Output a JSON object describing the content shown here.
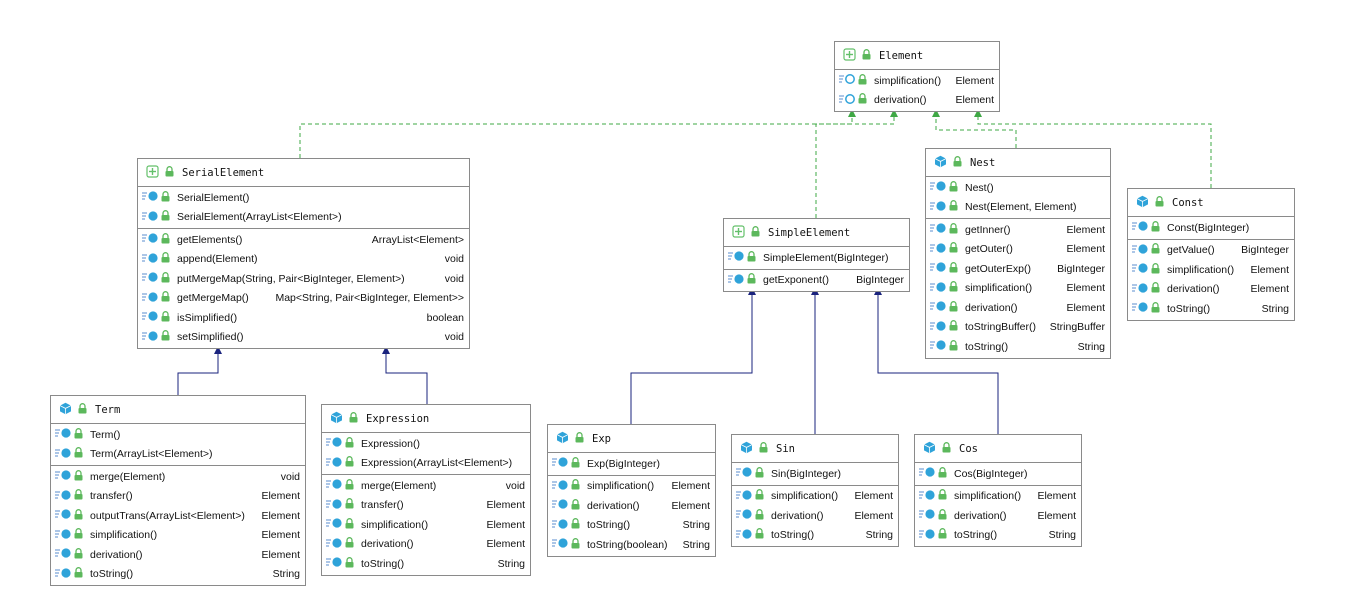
{
  "colors": {
    "border": "#8a8a8a",
    "class_icon": "#2fa3d9",
    "interface_icon": "#63c06a",
    "lock": "#5cb85c",
    "implements_edge": "#3fa845",
    "extends_edge": "#1a237e"
  },
  "classes": [
    {
      "id": "Element",
      "name": "Element",
      "kind": "interface",
      "sections": [
        [
          {
            "text": "simplification()",
            "type": "Element",
            "icon": "abstract-method-icon"
          },
          {
            "text": "derivation()",
            "type": "Element",
            "icon": "abstract-method-icon"
          }
        ]
      ]
    },
    {
      "id": "SerialElement",
      "name": "SerialElement",
      "kind": "interface",
      "sections": [
        [
          {
            "text": "SerialElement()",
            "type": "",
            "icon": "method-icon"
          },
          {
            "text": "SerialElement(ArrayList<Element>)",
            "type": "",
            "icon": "method-icon"
          }
        ],
        [
          {
            "text": "getElements()",
            "type": "ArrayList<Element>",
            "icon": "method-icon"
          },
          {
            "text": "append(Element)",
            "type": "void",
            "icon": "method-icon"
          },
          {
            "text": "putMergeMap(String, Pair<BigInteger, Element>)",
            "type": "void",
            "icon": "method-icon"
          },
          {
            "text": "getMergeMap()",
            "type": "Map<String, Pair<BigInteger, Element>>",
            "icon": "method-icon"
          },
          {
            "text": "isSimplified()",
            "type": "boolean",
            "icon": "method-icon"
          },
          {
            "text": "setSimplified()",
            "type": "void",
            "icon": "method-icon"
          }
        ]
      ]
    },
    {
      "id": "SimpleElement",
      "name": "SimpleElement",
      "kind": "interface",
      "sections": [
        [
          {
            "text": "SimpleElement(BigInteger)",
            "type": "",
            "icon": "method-icon"
          }
        ],
        [
          {
            "text": "getExponent()",
            "type": "BigInteger",
            "icon": "method-icon"
          }
        ]
      ]
    },
    {
      "id": "Nest",
      "name": "Nest",
      "kind": "class",
      "sections": [
        [
          {
            "text": "Nest()",
            "type": "",
            "icon": "method-icon"
          },
          {
            "text": "Nest(Element, Element)",
            "type": "",
            "icon": "method-icon"
          }
        ],
        [
          {
            "text": "getInner()",
            "type": "Element",
            "icon": "method-icon"
          },
          {
            "text": "getOuter()",
            "type": "Element",
            "icon": "method-icon"
          },
          {
            "text": "getOuterExp()",
            "type": "BigInteger",
            "icon": "method-icon"
          },
          {
            "text": "simplification()",
            "type": "Element",
            "icon": "method-icon"
          },
          {
            "text": "derivation()",
            "type": "Element",
            "icon": "method-icon"
          },
          {
            "text": "toStringBuffer()",
            "type": "StringBuffer",
            "icon": "method-icon"
          },
          {
            "text": "toString()",
            "type": "String",
            "icon": "method-icon"
          }
        ]
      ]
    },
    {
      "id": "Const",
      "name": "Const",
      "kind": "class",
      "sections": [
        [
          {
            "text": "Const(BigInteger)",
            "type": "",
            "icon": "method-icon"
          }
        ],
        [
          {
            "text": "getValue()",
            "type": "BigInteger",
            "icon": "method-icon"
          },
          {
            "text": "simplification()",
            "type": "Element",
            "icon": "method-icon"
          },
          {
            "text": "derivation()",
            "type": "Element",
            "icon": "method-icon"
          },
          {
            "text": "toString()",
            "type": "String",
            "icon": "method-icon"
          }
        ]
      ]
    },
    {
      "id": "Term",
      "name": "Term",
      "kind": "class",
      "sections": [
        [
          {
            "text": "Term()",
            "type": "",
            "icon": "method-icon"
          },
          {
            "text": "Term(ArrayList<Element>)",
            "type": "",
            "icon": "method-icon"
          }
        ],
        [
          {
            "text": "merge(Element)",
            "type": "void",
            "icon": "method-icon"
          },
          {
            "text": "transfer()",
            "type": "Element",
            "icon": "method-icon"
          },
          {
            "text": "outputTrans(ArrayList<Element>)",
            "type": "Element",
            "icon": "method-icon"
          },
          {
            "text": "simplification()",
            "type": "Element",
            "icon": "method-icon"
          },
          {
            "text": "derivation()",
            "type": "Element",
            "icon": "method-icon"
          },
          {
            "text": "toString()",
            "type": "String",
            "icon": "method-icon"
          }
        ]
      ]
    },
    {
      "id": "Expression",
      "name": "Expression",
      "kind": "class",
      "sections": [
        [
          {
            "text": "Expression()",
            "type": "",
            "icon": "method-icon"
          },
          {
            "text": "Expression(ArrayList<Element>)",
            "type": "",
            "icon": "method-icon"
          }
        ],
        [
          {
            "text": "merge(Element)",
            "type": "void",
            "icon": "method-icon"
          },
          {
            "text": "transfer()",
            "type": "Element",
            "icon": "method-icon"
          },
          {
            "text": "simplification()",
            "type": "Element",
            "icon": "method-icon"
          },
          {
            "text": "derivation()",
            "type": "Element",
            "icon": "method-icon"
          },
          {
            "text": "toString()",
            "type": "String",
            "icon": "method-icon"
          }
        ]
      ]
    },
    {
      "id": "Exp",
      "name": "Exp",
      "kind": "class",
      "sections": [
        [
          {
            "text": "Exp(BigInteger)",
            "type": "",
            "icon": "method-icon"
          }
        ],
        [
          {
            "text": "simplification()",
            "type": "Element",
            "icon": "method-icon"
          },
          {
            "text": "derivation()",
            "type": "Element",
            "icon": "method-icon"
          },
          {
            "text": "toString()",
            "type": "String",
            "icon": "method-icon"
          },
          {
            "text": "toString(boolean)",
            "type": "String",
            "icon": "method-icon"
          }
        ]
      ]
    },
    {
      "id": "Sin",
      "name": "Sin",
      "kind": "class",
      "sections": [
        [
          {
            "text": "Sin(BigInteger)",
            "type": "",
            "icon": "method-icon"
          }
        ],
        [
          {
            "text": "simplification()",
            "type": "Element",
            "icon": "method-icon"
          },
          {
            "text": "derivation()",
            "type": "Element",
            "icon": "method-icon"
          },
          {
            "text": "toString()",
            "type": "String",
            "icon": "method-icon"
          }
        ]
      ]
    },
    {
      "id": "Cos",
      "name": "Cos",
      "kind": "class",
      "sections": [
        [
          {
            "text": "Cos(BigInteger)",
            "type": "",
            "icon": "method-icon"
          }
        ],
        [
          {
            "text": "simplification()",
            "type": "Element",
            "icon": "method-icon"
          },
          {
            "text": "derivation()",
            "type": "Element",
            "icon": "method-icon"
          },
          {
            "text": "toString()",
            "type": "String",
            "icon": "method-icon"
          }
        ]
      ]
    }
  ],
  "relations": [
    {
      "from": "SerialElement",
      "to": "Element",
      "kind": "implements"
    },
    {
      "from": "SimpleElement",
      "to": "Element",
      "kind": "implements"
    },
    {
      "from": "Nest",
      "to": "Element",
      "kind": "implements"
    },
    {
      "from": "Const",
      "to": "Element",
      "kind": "implements"
    },
    {
      "from": "Term",
      "to": "SerialElement",
      "kind": "extends"
    },
    {
      "from": "Expression",
      "to": "SerialElement",
      "kind": "extends"
    },
    {
      "from": "Exp",
      "to": "SimpleElement",
      "kind": "extends"
    },
    {
      "from": "Sin",
      "to": "SimpleElement",
      "kind": "extends"
    },
    {
      "from": "Cos",
      "to": "SimpleElement",
      "kind": "extends"
    }
  ]
}
